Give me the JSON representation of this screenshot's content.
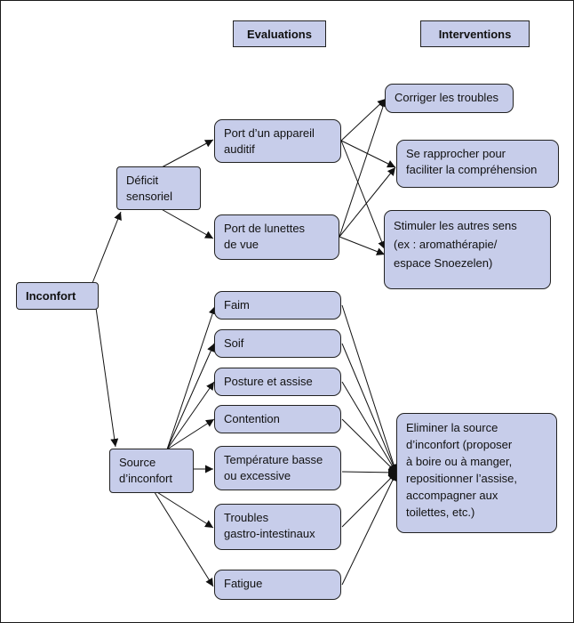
{
  "headers": {
    "evaluations": "Evaluations",
    "interventions": "Interventions"
  },
  "root": "Inconfort",
  "level1": {
    "deficit": "Déficit\nsensoriel",
    "source": "Source\nd’inconfort"
  },
  "sensory_evals": [
    "Port d’un appareil\nauditif",
    "Port de lunettes\nde vue"
  ],
  "sensory_interventions": [
    "Corriger les troubles",
    "Se rapprocher pour\nfaciliter la compréhension",
    "Stimuler les autres sens\n(ex : aromathérapie/\nespace Snoezelen)"
  ],
  "discomfort_evals": [
    "Faim",
    "Soif",
    "Posture et assise",
    "Contention",
    "Température basse\nou excessive",
    "Troubles\ngastro-intestinaux",
    "Fatigue"
  ],
  "discomfort_intervention": "Eliminer la source\nd’inconfort (proposer\nà boire ou à manger,\nrepositionner l’assise,\naccompagner aux\ntoilettes, etc.)"
}
